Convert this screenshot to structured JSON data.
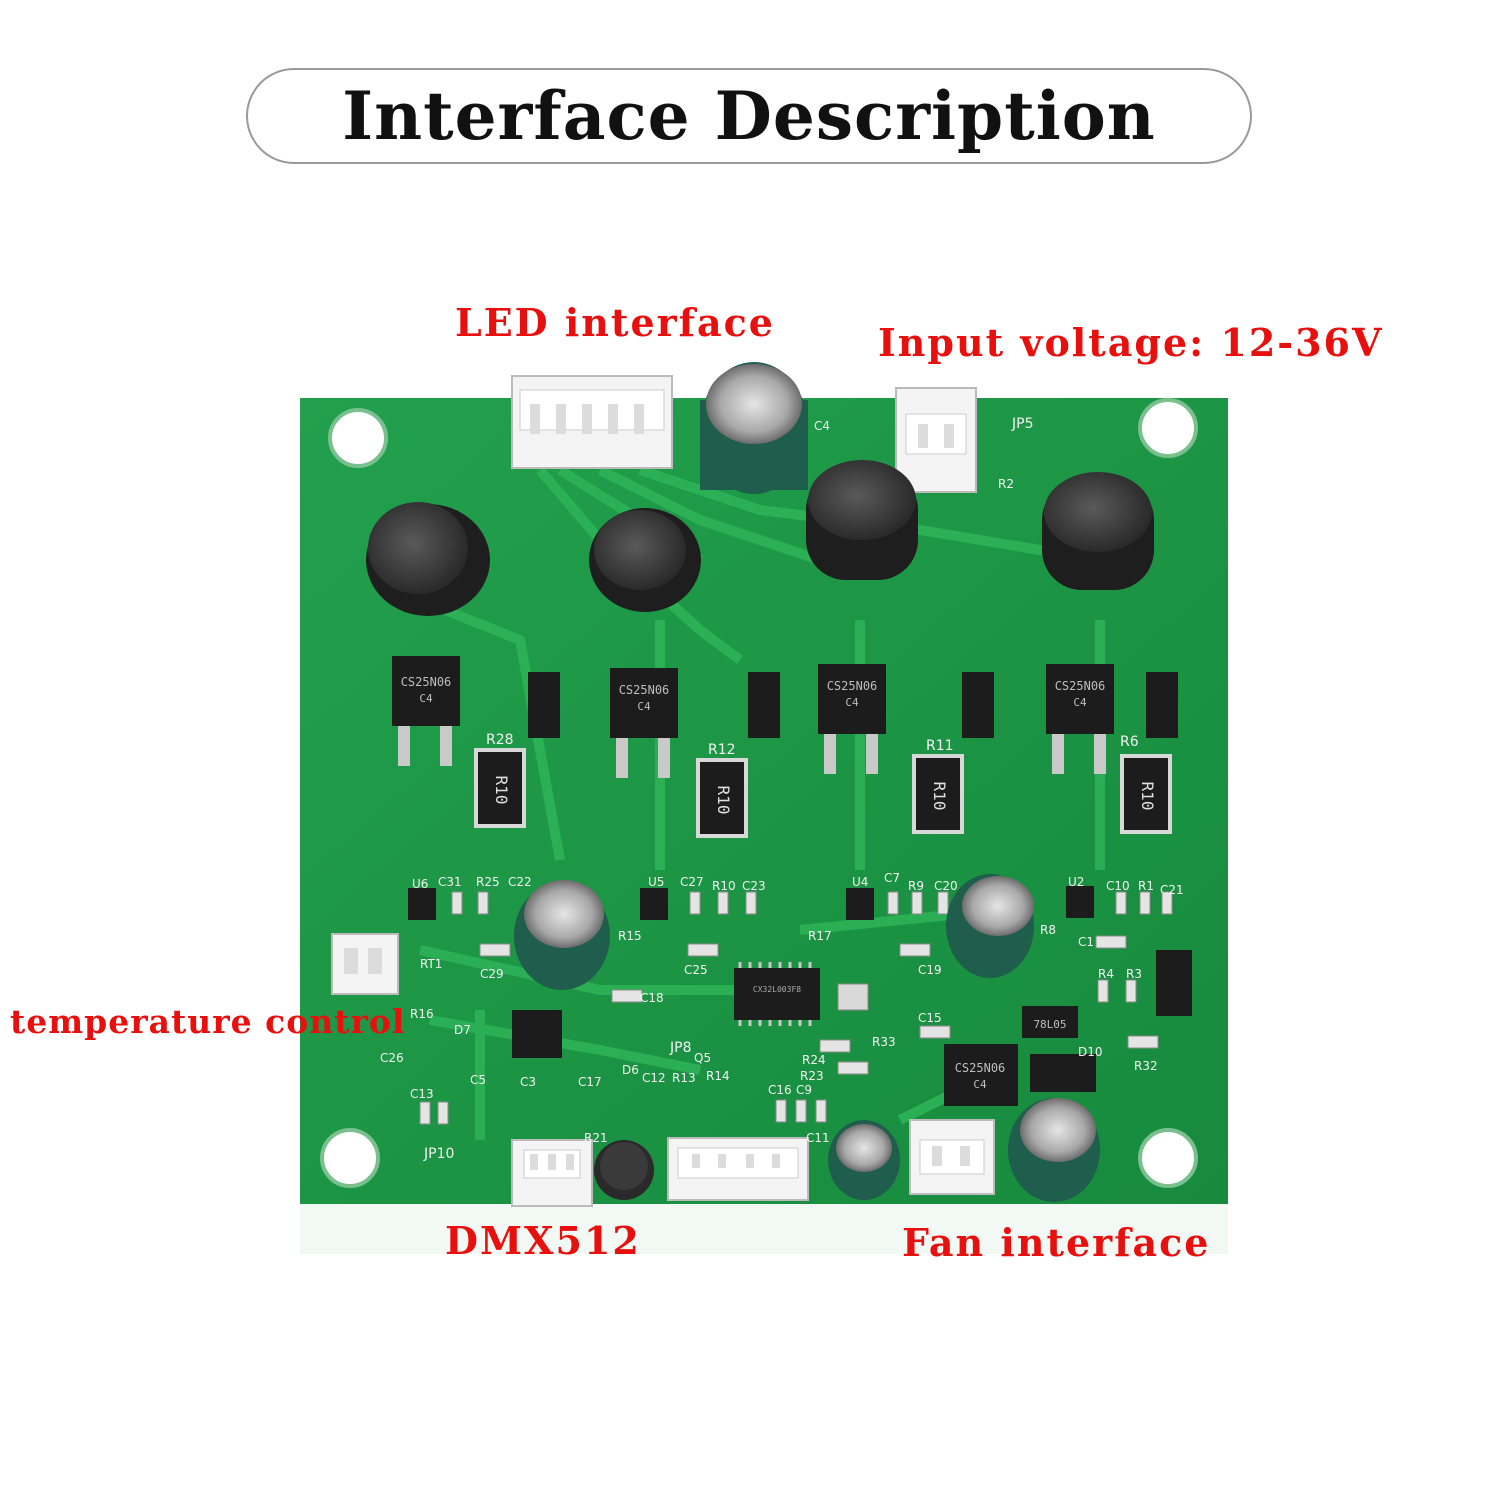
{
  "title": "Interface Description",
  "labels": {
    "led": "LED interface",
    "input_voltage": "Input voltage: 12-36V",
    "temperature": "temperature control",
    "dmx": "DMX512",
    "fan": "Fan interface"
  },
  "components": {
    "mosfet_marking": "CS25N06",
    "mosfet_code": "C4",
    "resistor_marking": "R10",
    "regulator_marking": "78L05",
    "ic_marking": "CX32L003F8"
  },
  "silkscreen": {
    "resistors": [
      "R28",
      "R12",
      "R11",
      "R6"
    ],
    "jumpers": [
      "JP5",
      "JP10",
      "JP8"
    ],
    "misc": [
      "C4",
      "R2",
      "U6",
      "C31",
      "R25",
      "C22",
      "U5",
      "C27",
      "R10",
      "C23",
      "U4",
      "C7",
      "R9",
      "C20",
      "U2",
      "C10",
      "R1",
      "C21",
      "C29",
      "C25",
      "C19",
      "C1",
      "R15",
      "R17",
      "R8",
      "RT1",
      "C18",
      "R16",
      "D7",
      "C26",
      "C13",
      "C5",
      "C3",
      "C17",
      "D6",
      "C12",
      "R13",
      "R14",
      "Q5",
      "C16",
      "C9",
      "R24",
      "R23",
      "R33",
      "C15",
      "R4",
      "R3",
      "D10",
      "R32",
      "R21",
      "C11"
    ]
  },
  "colors": {
    "label_red": "#e8100e",
    "board_green": "#1f9a48",
    "title_border": "#9a9a9a"
  }
}
